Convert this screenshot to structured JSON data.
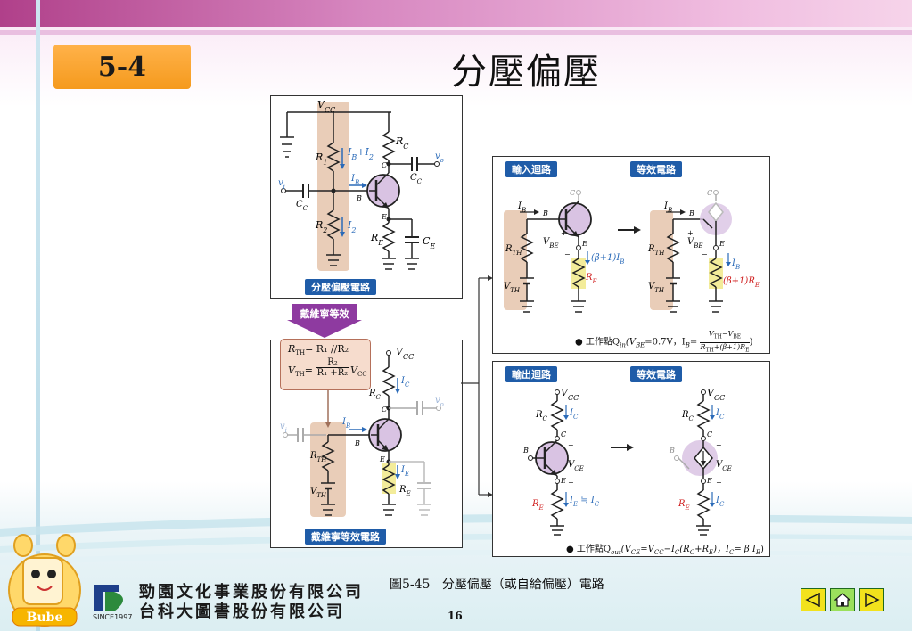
{
  "header": {
    "section_number": "5-4",
    "title": "分壓偏壓"
  },
  "labels": {
    "voltage_divider_circuit": "分壓偏壓電路",
    "thevenin_arrow": "戴維寧等效",
    "thevenin_circuit": "戴維寧等效電路",
    "input_loop": "輸入迴路",
    "equiv_circuit_1": "等效電路",
    "output_loop": "輸出迴路",
    "equiv_circuit_2": "等效電路"
  },
  "formulas": {
    "rth": "R",
    "rth_sub": "TH",
    "rth_rhs": "= R₁ //R₂",
    "vth": "V",
    "vth_sub": "TH",
    "vth_num": "R₂",
    "vth_den": "R₁ +R₂",
    "vth_tail": "V",
    "vth_tail_sub": "CC"
  },
  "notes": {
    "input_qpoint": "● 工作點Q",
    "input_qpoint_sub": "in",
    "input_qpoint_rest": "(V",
    "input_vbe": "BE",
    "input_vbe_val": "=0.7V，I",
    "input_ib_sub": "B",
    "input_eq": "=",
    "input_num": "V",
    "input_num_sub1": "TH",
    "input_num_mid": "−V",
    "input_num_sub2": "BE",
    "input_den": "R",
    "input_den_sub": "TH",
    "input_den_rest": "+(β+1)R",
    "input_den_sub2": "E",
    "output_qpoint": "● 工作點Q",
    "output_qpoint_sub": "out",
    "output_rest": "(V",
    "output_vce": "CE",
    "output_eq1": "=V",
    "output_vcc": "CC",
    "output_minus": "−I",
    "output_ic": "C",
    "output_par": "(R",
    "output_rc": "C",
    "output_plus": "+R",
    "output_re": "E",
    "output_tail": ")，I",
    "output_ic2": "C",
    "output_beta": "= β I",
    "output_ib": "B",
    "output_close": ")"
  },
  "caption": {
    "figure": "圖5-45",
    "text": "分壓偏壓（或自給偏壓）電路"
  },
  "footer": {
    "company_line1": "勁園文化事業股份有限公司",
    "company_line2": "台科大圖書股份有限公司",
    "since": "SINCE1997",
    "page_number": "16",
    "mascot_text": "Bube"
  },
  "colors": {
    "section_badge": "#f59a1d",
    "label_blue": "#1f5ca8",
    "current_blue": "#2a6ab8",
    "resistor_red": "#d02020",
    "highlight_tan": "#e9cdb8",
    "transistor_purple": "#d9c3e3",
    "nav_yellow": "#f2e21c"
  },
  "icons": {
    "prev": "left-triangle-icon",
    "home": "home-icon",
    "next": "right-triangle-icon"
  }
}
